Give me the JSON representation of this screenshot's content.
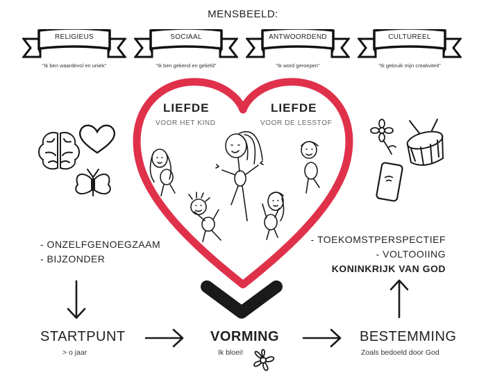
{
  "title": "MENSBEELD:",
  "ribbons": [
    {
      "label": "RELIGIEUS",
      "quote": "\"Ik ben waardevol en uniek\""
    },
    {
      "label": "SOCIAAL",
      "quote": "\"Ik ben gekend en geliefd\""
    },
    {
      "label": "ANTWOORDEND",
      "quote": "\"Ik word geroepen\""
    },
    {
      "label": "CULTUREEL",
      "quote": "\"Ik gebruik mijn creativiteit\""
    }
  ],
  "heart": {
    "left_title": "LIEFDE",
    "left_sub": "VOOR HET KIND",
    "right_title": "LIEFDE",
    "right_sub": "VOOR DE LESSTOF",
    "color": "#e0314b"
  },
  "left_list": [
    "- ONZELFGENOEGZAAM",
    "- BIJZONDER"
  ],
  "right_list": [
    "- TOEKOMSTPERSPECTIEF",
    "- VOLTOOIING",
    "KONINKRIJK VAN GOD"
  ],
  "start": {
    "label": "STARTPUNT",
    "sub": "> o jaar"
  },
  "vorming": {
    "label": "VORMING",
    "sub": "Ik bloei!"
  },
  "bestemming": {
    "label": "BESTEMMING",
    "sub": "Zoals bedoeld door God"
  },
  "icons": [
    "brain-icon",
    "heart-icon",
    "butterfly-icon",
    "flower-icon",
    "drum-icon",
    "phone-icon"
  ]
}
